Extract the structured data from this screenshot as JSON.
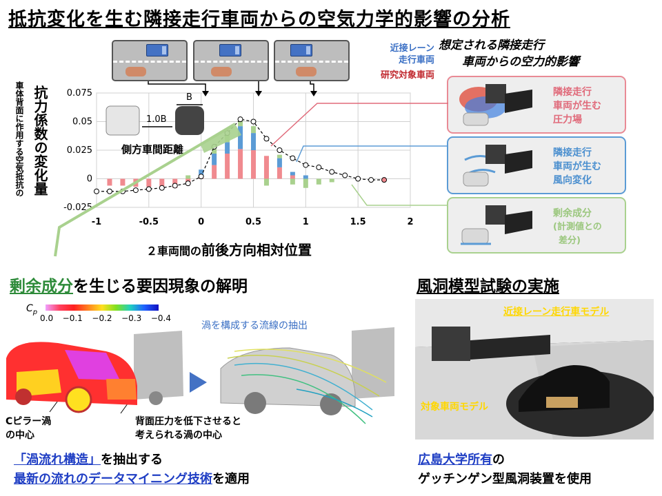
{
  "title": "抵抗変化を生む隣接走行車両からの空気力学的影響の分析",
  "legend_adjacent": [
    "近接レーン",
    "走行車両"
  ],
  "legend_subject": "研究対象車両",
  "assumed_title": [
    "想定される隣接走行",
    "車両からの空力的影響"
  ],
  "side_boxes": [
    {
      "lines": [
        "隣接走行",
        "車両が生む",
        "圧力場"
      ],
      "color": "#e06a7a"
    },
    {
      "lines": [
        "隣接走行",
        "車両が生む",
        "風向変化"
      ],
      "color": "#4b8fcf"
    },
    {
      "lines": [
        "剰余成分",
        "(計測値との",
        "差分)"
      ],
      "color": "#9bc77e"
    }
  ],
  "inset": {
    "dist_label": "1.0B",
    "width_label": "B",
    "caption": "側方車間距離"
  },
  "ylabel_small": "車体背面に作用する空気抵抗の",
  "ylabel_big": "抗力係数の変化量",
  "xlabel_prefix": "２車両間の",
  "xlabel_main": "前後方向相対位置",
  "left_section": {
    "title_a": "剰余成分",
    "title_b": "を生じる要因現象の解明"
  },
  "cp_scale": {
    "label": "C",
    "sub": "p",
    "ticks": [
      "0.0",
      "−0.1",
      "−0.2",
      "−0.3",
      "−0.4"
    ]
  },
  "streamline_label": "渦を構成する流線の抽出",
  "vortex_c": [
    "Cピラー渦",
    "の中心"
  ],
  "vortex_back": [
    "背面圧力を低下させると",
    "考えられる渦の中心"
  ],
  "bottom_left": {
    "line1_a": "「渦流れ構造」",
    "line1_b": "を抽出する",
    "line2_a": "最新の流れのデータマイニング技術",
    "line2_b": "を適用"
  },
  "right_section": {
    "title": "風洞模型試験の実施",
    "label_adjacent": "近接レーン走行車モデル",
    "label_target": "対象車両モデル",
    "line1_a": "広島大学所有",
    "line1_b": "の",
    "line2": "ゲッチンゲン型風洞装置を使用"
  },
  "chart_data": {
    "type": "bar",
    "x": [
      -1.0,
      -0.875,
      -0.75,
      -0.625,
      -0.5,
      -0.375,
      -0.25,
      -0.125,
      0.0,
      0.125,
      0.25,
      0.375,
      0.5,
      0.625,
      0.75,
      0.875,
      1.0,
      1.125,
      1.25,
      1.375,
      1.5,
      1.625,
      1.75
    ],
    "series": [
      {
        "values": [
          0.0,
          -0.006,
          -0.006,
          -0.007,
          -0.007,
          -0.007,
          -0.008,
          -0.005,
          0.002,
          0.012,
          0.022,
          0.026,
          0.025,
          0.02,
          0.01,
          0.003,
          0.0,
          0.0,
          0.0,
          0.0,
          0.0,
          0.0,
          0.0
        ],
        "color": "#f08a8f"
      },
      {
        "values": [
          0.0,
          0.0,
          0.0,
          0.0,
          0.0,
          0.0,
          0.0,
          0.0,
          0.006,
          0.01,
          0.01,
          0.02,
          0.015,
          0.0,
          0.008,
          0.003,
          0.003,
          0.0,
          0.0,
          0.0,
          0.0,
          0.0,
          0.0
        ],
        "color": "#5b9bd5"
      },
      {
        "values": [
          0.0,
          0.0,
          0.0,
          0.0,
          0.0,
          0.0,
          0.0,
          0.003,
          0.0,
          0.004,
          0.007,
          0.007,
          0.006,
          -0.006,
          0.003,
          -0.005,
          -0.008,
          -0.005,
          -0.003,
          0.0,
          0.0,
          0.0,
          0.0
        ],
        "color": "#a9d18e"
      }
    ],
    "measured": [
      -0.011,
      -0.011,
      -0.011,
      -0.01,
      -0.009,
      -0.008,
      -0.006,
      -0.004,
      0.002,
      0.028,
      0.04,
      0.052,
      0.05,
      0.035,
      0.025,
      0.018,
      0.012,
      0.01,
      0.006,
      0.003,
      0.0,
      -0.001,
      -0.001
    ],
    "xlim": [
      -1,
      2
    ],
    "ylim": [
      -0.025,
      0.075
    ],
    "xticks": [
      "-1",
      "-0.5",
      "0",
      "0.5",
      "1",
      "1.5",
      "2"
    ],
    "yticks": [
      "0.075",
      "0.05",
      "0.025",
      "0",
      "-0.025"
    ],
    "grid": true
  }
}
